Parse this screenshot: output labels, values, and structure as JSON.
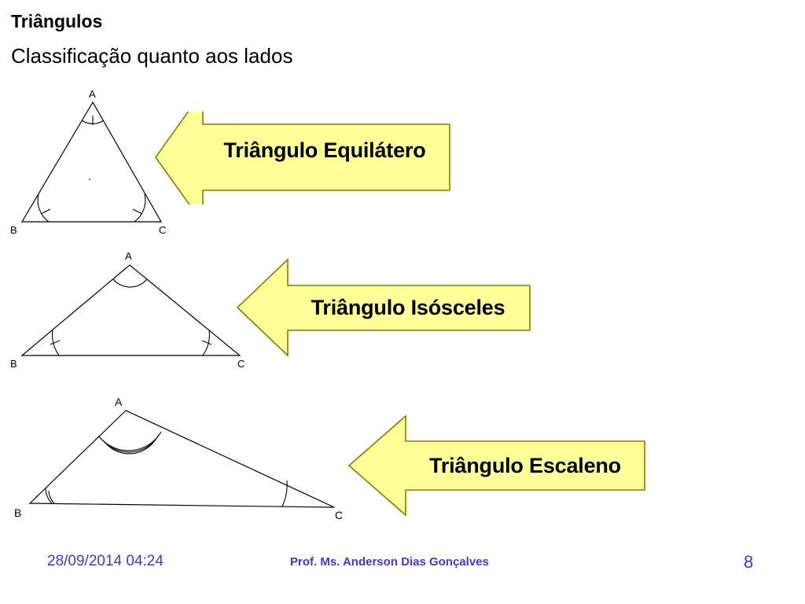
{
  "slide": {
    "title": "Triângulos",
    "subtitle": "Classificação quanto aos lados",
    "background_color": "#ffffff"
  },
  "figures": [
    {
      "id": "equilateral",
      "vertex_labels": {
        "apex": "A",
        "left": "B",
        "right": "C"
      },
      "angle_marks": {
        "A": 1,
        "B": 1,
        "C": 1
      },
      "description": "equilateral-triangle"
    },
    {
      "id": "isosceles",
      "vertex_labels": {
        "apex": "A",
        "left": "B",
        "right": "C"
      },
      "angle_marks": {
        "A": 0,
        "B": 1,
        "C": 1
      },
      "description": "isosceles-triangle"
    },
    {
      "id": "scalene",
      "vertex_labels": {
        "apex": "A",
        "left": "B",
        "right": "C"
      },
      "angle_marks": {
        "A": 3,
        "B": 2,
        "C": 1
      },
      "description": "scalene-triangle"
    }
  ],
  "banners": [
    {
      "id": "equilateral",
      "label": "Triângulo Equilátero"
    },
    {
      "id": "isosceles",
      "label": "Triângulo Isósceles"
    },
    {
      "id": "scalene",
      "label": "Triângulo Escaleno"
    }
  ],
  "banner_style": {
    "fill": "#ffff99",
    "stroke": "#808000",
    "text_color": "#000000"
  },
  "footer": {
    "date": "28/09/2014 04:24",
    "author": "Prof. Ms. Anderson Dias Gonçalves",
    "page_number": "8",
    "color": "#4038cf"
  }
}
